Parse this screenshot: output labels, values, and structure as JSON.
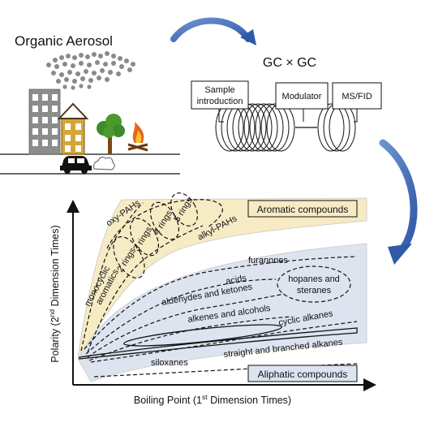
{
  "scene": {
    "title": "Organic Aerosol"
  },
  "instrument": {
    "title": "GC × GC",
    "boxes": {
      "sample_line1": "Sample",
      "sample_line2": "introduction",
      "modulator": "Modulator",
      "detector": "MS/FID"
    }
  },
  "chart": {
    "y_axis_label": {
      "pre": "Polarity (2",
      "sup": "nd",
      "post": " Dimension Times)"
    },
    "x_axis_label": {
      "pre": "Boiling Point (1",
      "sup": "st",
      "post": " Dimension Times)"
    },
    "legend": {
      "aromatic": "Aromatic compounds",
      "aliphatic": "Aliphatic compounds"
    },
    "aromatic_labels": {
      "oxy_pahs": "oxy-PAHs",
      "alkyl_pahs": "alkyl-PAHs",
      "ring2": "2 rings",
      "ring3": "3 rings",
      "ring4": "4 rings",
      "ring5": "5 rings",
      "mono1": "monocyclic",
      "mono2": "aromatics"
    },
    "aliphatic_labels": {
      "furanones": "furanones",
      "acids": "acids",
      "hopanes1": "hopanes and",
      "hopanes2": "steranes",
      "aldehydes": "aldehydes and ketones",
      "alkenes": "alkenes and alcohols",
      "cyclic": "cyclic alkanes",
      "straight": "straight and branched alkanes",
      "siloxanes": "siloxanes"
    },
    "colors": {
      "aromatic_fill": "#f7ebc4",
      "aliphatic_fill": "#dde4f0",
      "arrow_blue": "#2f5aa8"
    }
  }
}
